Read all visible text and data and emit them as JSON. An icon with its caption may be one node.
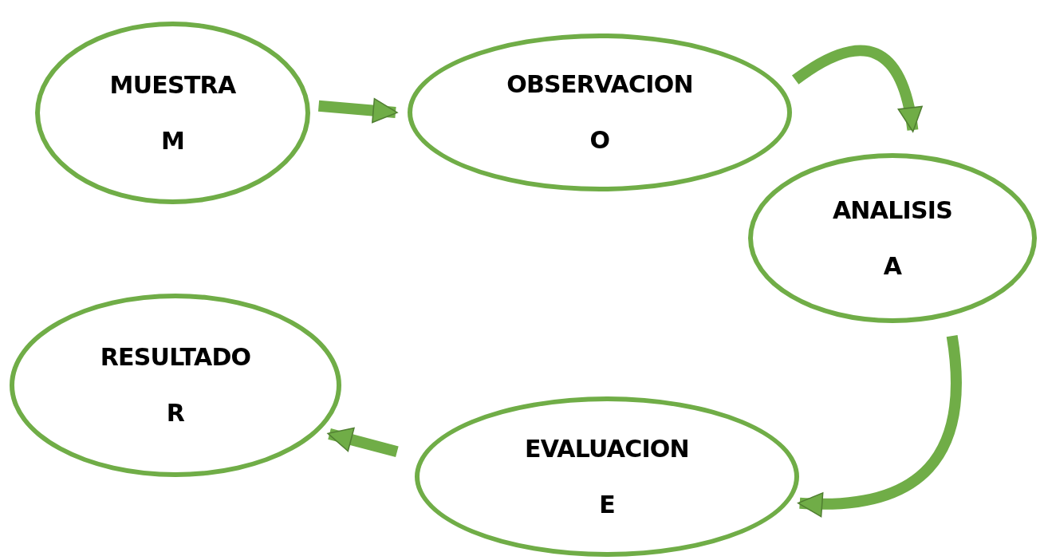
{
  "diagram": {
    "nodes": [
      {
        "text": [
          "MUESTRA",
          "M"
        ]
      },
      {
        "text": [
          "OBSERVACION",
          "O"
        ]
      },
      {
        "text": [
          "ANALISIS",
          "A"
        ]
      },
      {
        "text": [
          "RESULTADO",
          "R"
        ]
      },
      {
        "text": [
          "EVALUACION",
          "E"
        ]
      }
    ],
    "edges": [
      {
        "from": 0,
        "to": 1,
        "arrow": "to"
      },
      {
        "from": 1,
        "to": 2,
        "arrow": "to"
      },
      {
        "from": 2,
        "to": 4,
        "arrow": "to"
      },
      {
        "from": 4,
        "to": 3,
        "arrow": "to"
      }
    ]
  }
}
